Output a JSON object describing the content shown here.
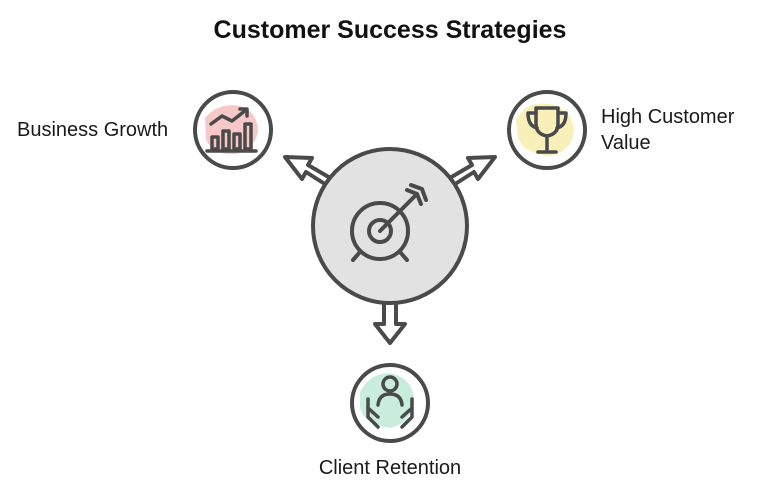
{
  "title": "Customer Success Strategies",
  "center": {
    "icon": "target-arrow-icon"
  },
  "branches": [
    {
      "label": "Business Growth",
      "icon": "growth-chart-icon",
      "color": "#f6c9c8"
    },
    {
      "label": "High Customer",
      "label_line2": "Value",
      "icon": "trophy-icon",
      "color": "#f8f0b8"
    },
    {
      "label": "Client Retention",
      "icon": "hands-person-icon",
      "color": "#c8eddc"
    }
  ],
  "colors": {
    "stroke": "#4a4a4a",
    "hub_fill": "#e2e2e2"
  }
}
